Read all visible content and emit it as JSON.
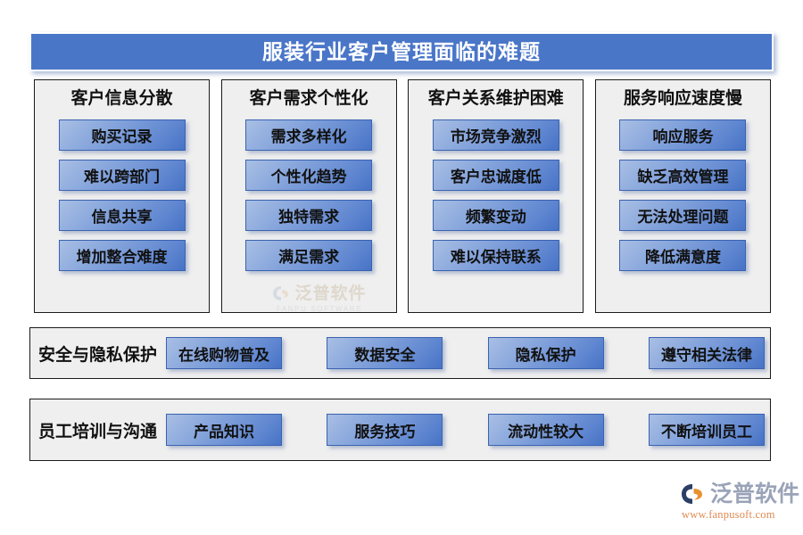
{
  "header": {
    "title": "服装行业客户管理面临的难题",
    "bg_color": "#4a76c8",
    "text_color": "#ffffff"
  },
  "columns": [
    {
      "title": "客户信息分散",
      "items": [
        "购买记录",
        "难以跨部门",
        "信息共享",
        "增加整合难度"
      ]
    },
    {
      "title": "客户需求个性化",
      "items": [
        "需求多样化",
        "个性化趋势",
        "独特需求",
        "满足需求"
      ]
    },
    {
      "title": "客户关系维护困难",
      "items": [
        "市场竞争激烈",
        "客户忠诚度低",
        "频繁变动",
        "难以保持联系"
      ]
    },
    {
      "title": "服务响应速度慢",
      "items": [
        "响应服务",
        "缺乏高效管理",
        "无法处理问题",
        "降低满意度"
      ]
    }
  ],
  "rows": [
    {
      "label": "安全与隐私保护",
      "items": [
        "在线购物普及",
        "数据安全",
        "隐私保护",
        "遵守相关法律"
      ]
    },
    {
      "label": "员工培训与沟通",
      "items": [
        "产品知识",
        "服务技巧",
        "流动性较大",
        "不断培训员工"
      ]
    }
  ],
  "watermark": {
    "zh": "泛普软件",
    "en": "FANPU SOFTWARE"
  },
  "logo": {
    "zh": "泛普软件",
    "url": "www.fanpusoft.com"
  },
  "theme": {
    "chip_gradient_from": "#a9bfe4",
    "chip_gradient_to": "#4773c6",
    "panel_bg": "#efefef",
    "panel_border": "#1b1b1b",
    "page_bg": "#ffffff"
  }
}
